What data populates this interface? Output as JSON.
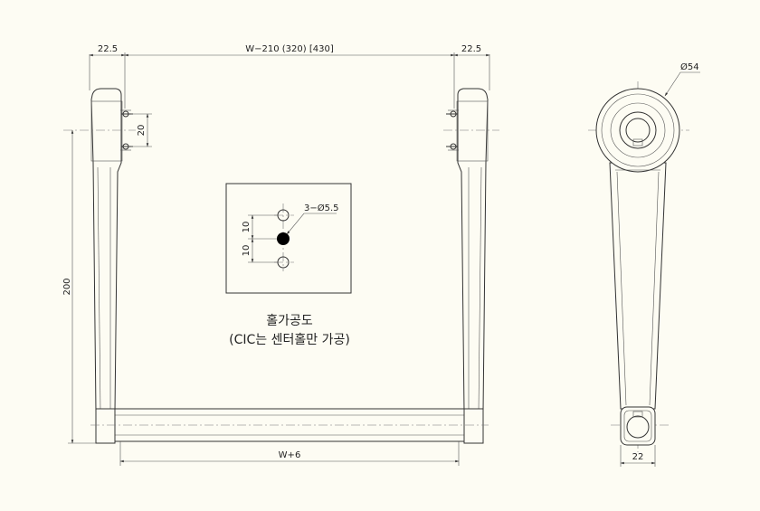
{
  "dimensions": {
    "left_offset": "22.5",
    "width_label": "W−210 (320) [430]",
    "right_offset": "22.5",
    "mount_spacing": "20",
    "height": "200",
    "bottom_width": "W+6",
    "side_diameter": "Ø54",
    "side_width": "22"
  },
  "hole_detail": {
    "callout": "3−Ø5.5",
    "spacing_upper": "10",
    "spacing_lower": "10"
  },
  "notes": {
    "line1": "홀가공도",
    "line2": "(CIC는 센터홀만 가공)"
  },
  "colors": {
    "background": "#fdfcf3",
    "line": "#333333"
  }
}
